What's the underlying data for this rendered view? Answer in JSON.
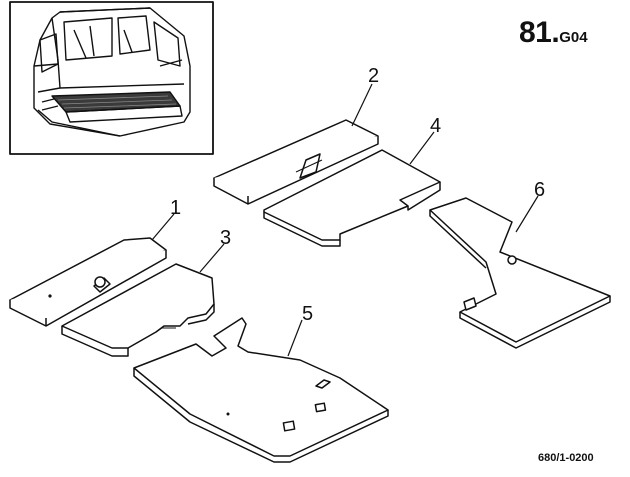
{
  "page_number": {
    "main": "81.",
    "suffix": "G04"
  },
  "drawing_reference": "680/1-0200",
  "callouts": [
    {
      "id": "callout-1",
      "label": "1"
    },
    {
      "id": "callout-2",
      "label": "2"
    },
    {
      "id": "callout-3",
      "label": "3"
    },
    {
      "id": "callout-4",
      "label": "4"
    },
    {
      "id": "callout-5",
      "label": "5"
    },
    {
      "id": "callout-6",
      "label": "6"
    }
  ],
  "colors": {
    "ink": "#111111",
    "paper": "#ffffff",
    "fill_dark": "#3a3a3a"
  }
}
